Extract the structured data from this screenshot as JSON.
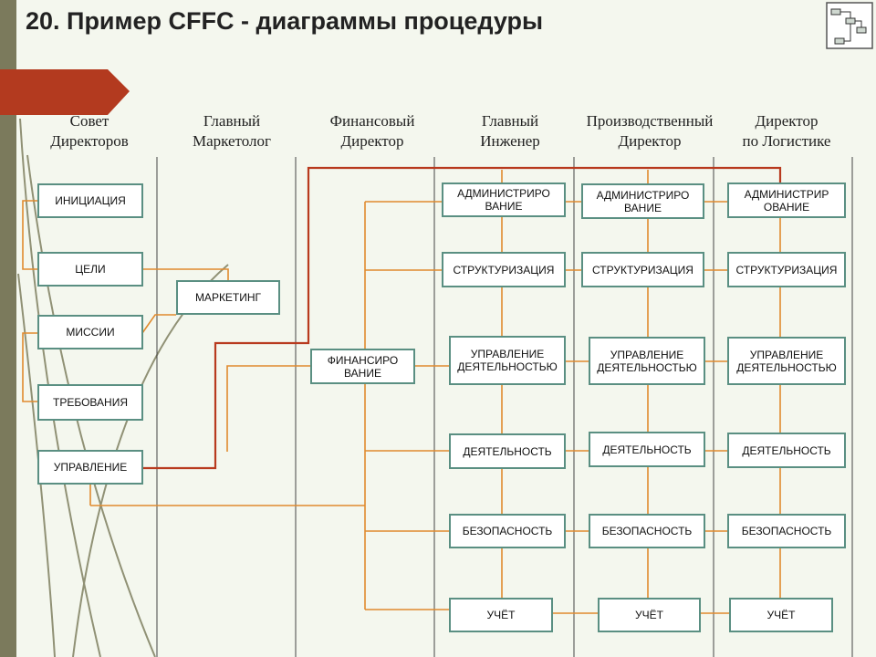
{
  "title": "20. Пример CFFC - диаграммы процедуры",
  "colors": {
    "background": "#f4f7ee",
    "box_border": "#5a8f82",
    "connector": "#e08a2e",
    "highlight": "#b83a1e",
    "arrow": "#b33a1f"
  },
  "icons": {
    "logo": "cffc-diagram-icon"
  },
  "lanes": [
    {
      "line1": "Совет",
      "line2": "Директоров"
    },
    {
      "line1": "Главный",
      "line2": "Маркетолог"
    },
    {
      "line1": "Финансовый",
      "line2": "Директор"
    },
    {
      "line1": "Главный",
      "line2": "Инженер"
    },
    {
      "line1": "Производственный",
      "line2": "Директор"
    },
    {
      "line1": "Директор",
      "line2": "по Логистике"
    }
  ],
  "boxes": {
    "initiation": {
      "line1": "ИНИЦИАЦИЯ",
      "line2": ""
    },
    "goals": {
      "line1": "ЦЕЛИ",
      "line2": ""
    },
    "missions": {
      "line1": "МИССИИ",
      "line2": ""
    },
    "requirements": {
      "line1": "ТРЕБОВАНИЯ",
      "line2": ""
    },
    "management": {
      "line1": "УПРАВЛЕНИЕ",
      "line2": ""
    },
    "marketing": {
      "line1": "МАРКЕТИНГ",
      "line2": ""
    },
    "finance": {
      "line1": "ФИНАНСИРО",
      "line2": "ВАНИЕ"
    },
    "eng_admin": {
      "line1": "АДМИНИСТРИРО",
      "line2": "ВАНИЕ"
    },
    "eng_struct": {
      "line1": "СТРУКТУРИЗАЦИЯ",
      "line2": ""
    },
    "eng_mgmt": {
      "line1": "УПРАВЛЕНИЕ",
      "line2": "ДЕЯТЕЛЬНОСТЬЮ"
    },
    "eng_activity": {
      "line1": "ДЕЯТЕЛЬНОСТЬ",
      "line2": ""
    },
    "eng_safety": {
      "line1": "БЕЗОПАСНОСТЬ",
      "line2": ""
    },
    "eng_account": {
      "line1": "УЧЁТ",
      "line2": ""
    },
    "prod_admin": {
      "line1": "АДМИНИСТРИРО",
      "line2": "ВАНИЕ"
    },
    "prod_struct": {
      "line1": "СТРУКТУРИЗАЦИЯ",
      "line2": ""
    },
    "prod_mgmt": {
      "line1": "УПРАВЛЕНИЕ",
      "line2": "ДЕЯТЕЛЬНОСТЬЮ"
    },
    "prod_activity": {
      "line1": "ДЕЯТЕЛЬНОСТЬ",
      "line2": ""
    },
    "prod_safety": {
      "line1": "БЕЗОПАСНОСТЬ",
      "line2": ""
    },
    "prod_account": {
      "line1": "УЧЁТ",
      "line2": ""
    },
    "log_admin": {
      "line1": "АДМИНИСТРИР",
      "line2": "ОВАНИЕ"
    },
    "log_struct": {
      "line1": "СТРУКТУРИЗАЦИЯ",
      "line2": ""
    },
    "log_mgmt": {
      "line1": "УПРАВЛЕНИЕ",
      "line2": "ДЕЯТЕЛЬНОСТЬЮ"
    },
    "log_activity": {
      "line1": "ДЕЯТЕЛЬНОСТЬ",
      "line2": ""
    },
    "log_safety": {
      "line1": "БЕЗОПАСНОСТЬ",
      "line2": ""
    },
    "log_account": {
      "line1": "УЧЁТ",
      "line2": ""
    }
  }
}
